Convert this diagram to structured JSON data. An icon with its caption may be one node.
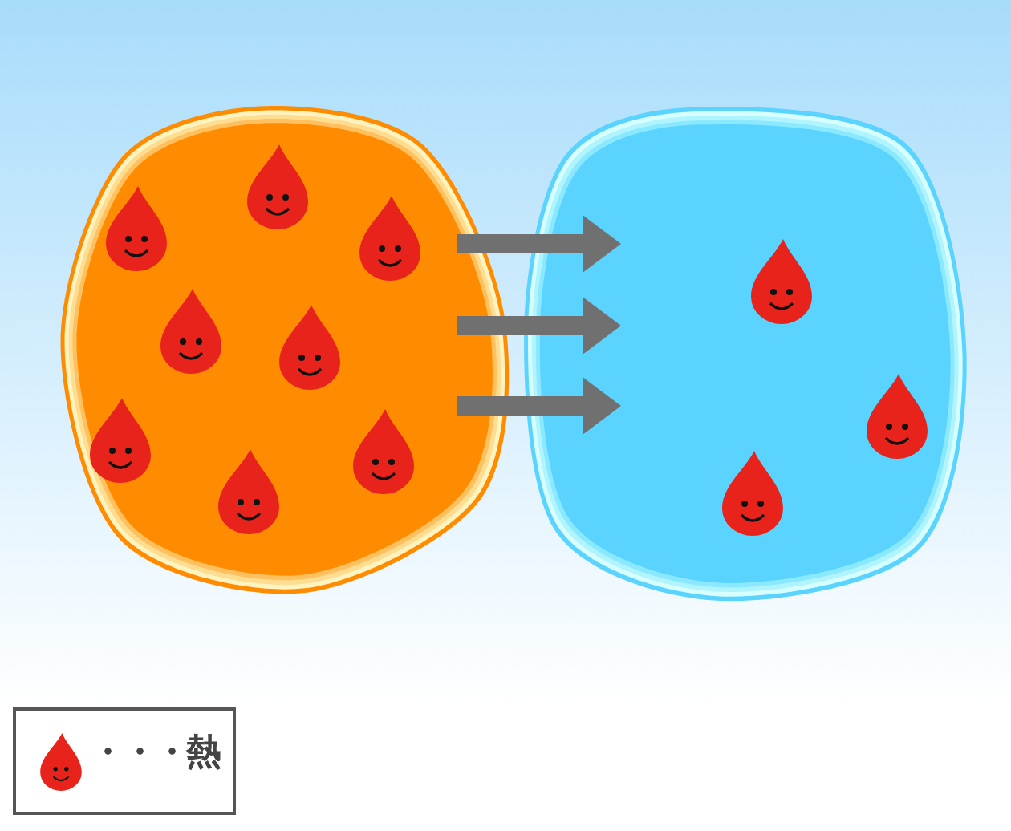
{
  "diagram": {
    "nodes": [
      {
        "text": [],
        "shape": "blob"
      },
      {
        "text": [],
        "shape": "blob"
      }
    ],
    "edges": [
      {
        "from": 0,
        "to": 1,
        "arrow": "to"
      },
      {
        "from": 0,
        "to": 1,
        "arrow": "to"
      },
      {
        "from": 0,
        "to": 1,
        "arrow": "to"
      }
    ],
    "legend": [
      {
        "text": "・・・熱"
      }
    ]
  }
}
